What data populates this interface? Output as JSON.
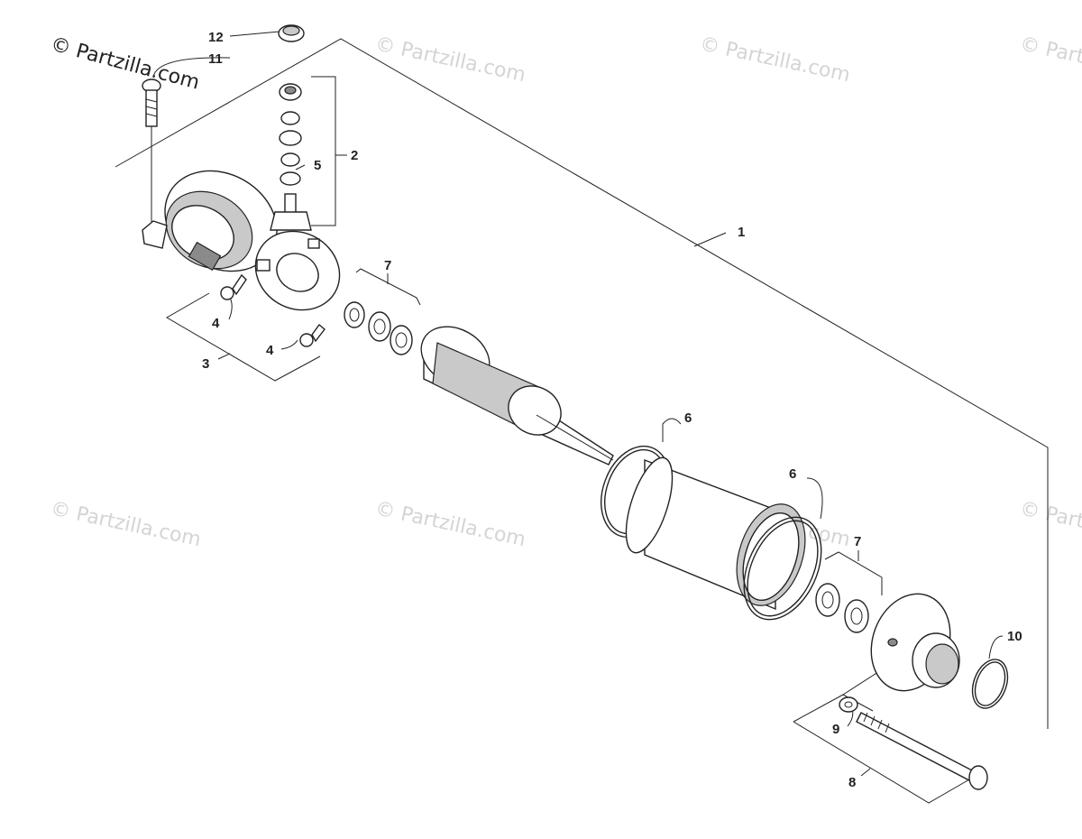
{
  "watermark": {
    "main_text": "© Partzilla.com",
    "repeat_text": "© Partzilla.com"
  },
  "callouts": {
    "p1": "1",
    "p2": "2",
    "p3": "3",
    "p4a": "4",
    "p4b": "4",
    "p5": "5",
    "p6a": "6",
    "p6b": "6",
    "p7a": "7",
    "p7b": "7",
    "p8": "8",
    "p9": "9",
    "p10": "10",
    "p11": "11",
    "p12": "12"
  }
}
